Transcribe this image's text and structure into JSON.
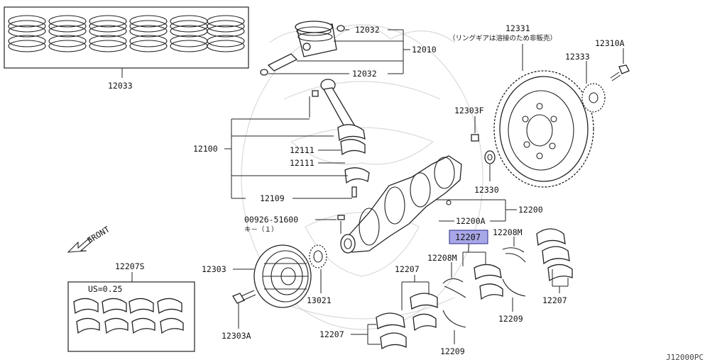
{
  "labels": {
    "p12033": "12033",
    "p12032_top": "12032",
    "p12010": "12010",
    "p12032_bot": "12032",
    "p12331": "12331",
    "p12331_note": "（リングギアは溶接のため非販売）",
    "p12310A": "12310A",
    "p12333": "12333",
    "p12303F": "12303F",
    "p12100": "12100",
    "p12111_a": "12111",
    "p12111_b": "12111",
    "p12330": "12330",
    "p12109": "12109",
    "p12200": "12200",
    "p12200A": "12200A",
    "key_part": "00926-51600",
    "key_note": "キ－（１）",
    "p12207_sel": "12207",
    "p12208M_a": "12208M",
    "p12208M_b": "12208M",
    "front": "FRONT",
    "p12207S": "12207S",
    "us_note": "US=0.25",
    "p12303": "12303",
    "p12207_mid": "12207",
    "p13021": "13021",
    "p12207_right": "12207",
    "p12209_a": "12209",
    "p12303A": "12303A",
    "p12207_low": "12207",
    "p12209_b": "12209",
    "figure_code": "J12000PC"
  },
  "colors": {
    "highlight_fill": "#a8a8e8",
    "highlight_stroke": "#2a2a8a",
    "line": "#222222",
    "watermark": "#bbbbbb"
  }
}
